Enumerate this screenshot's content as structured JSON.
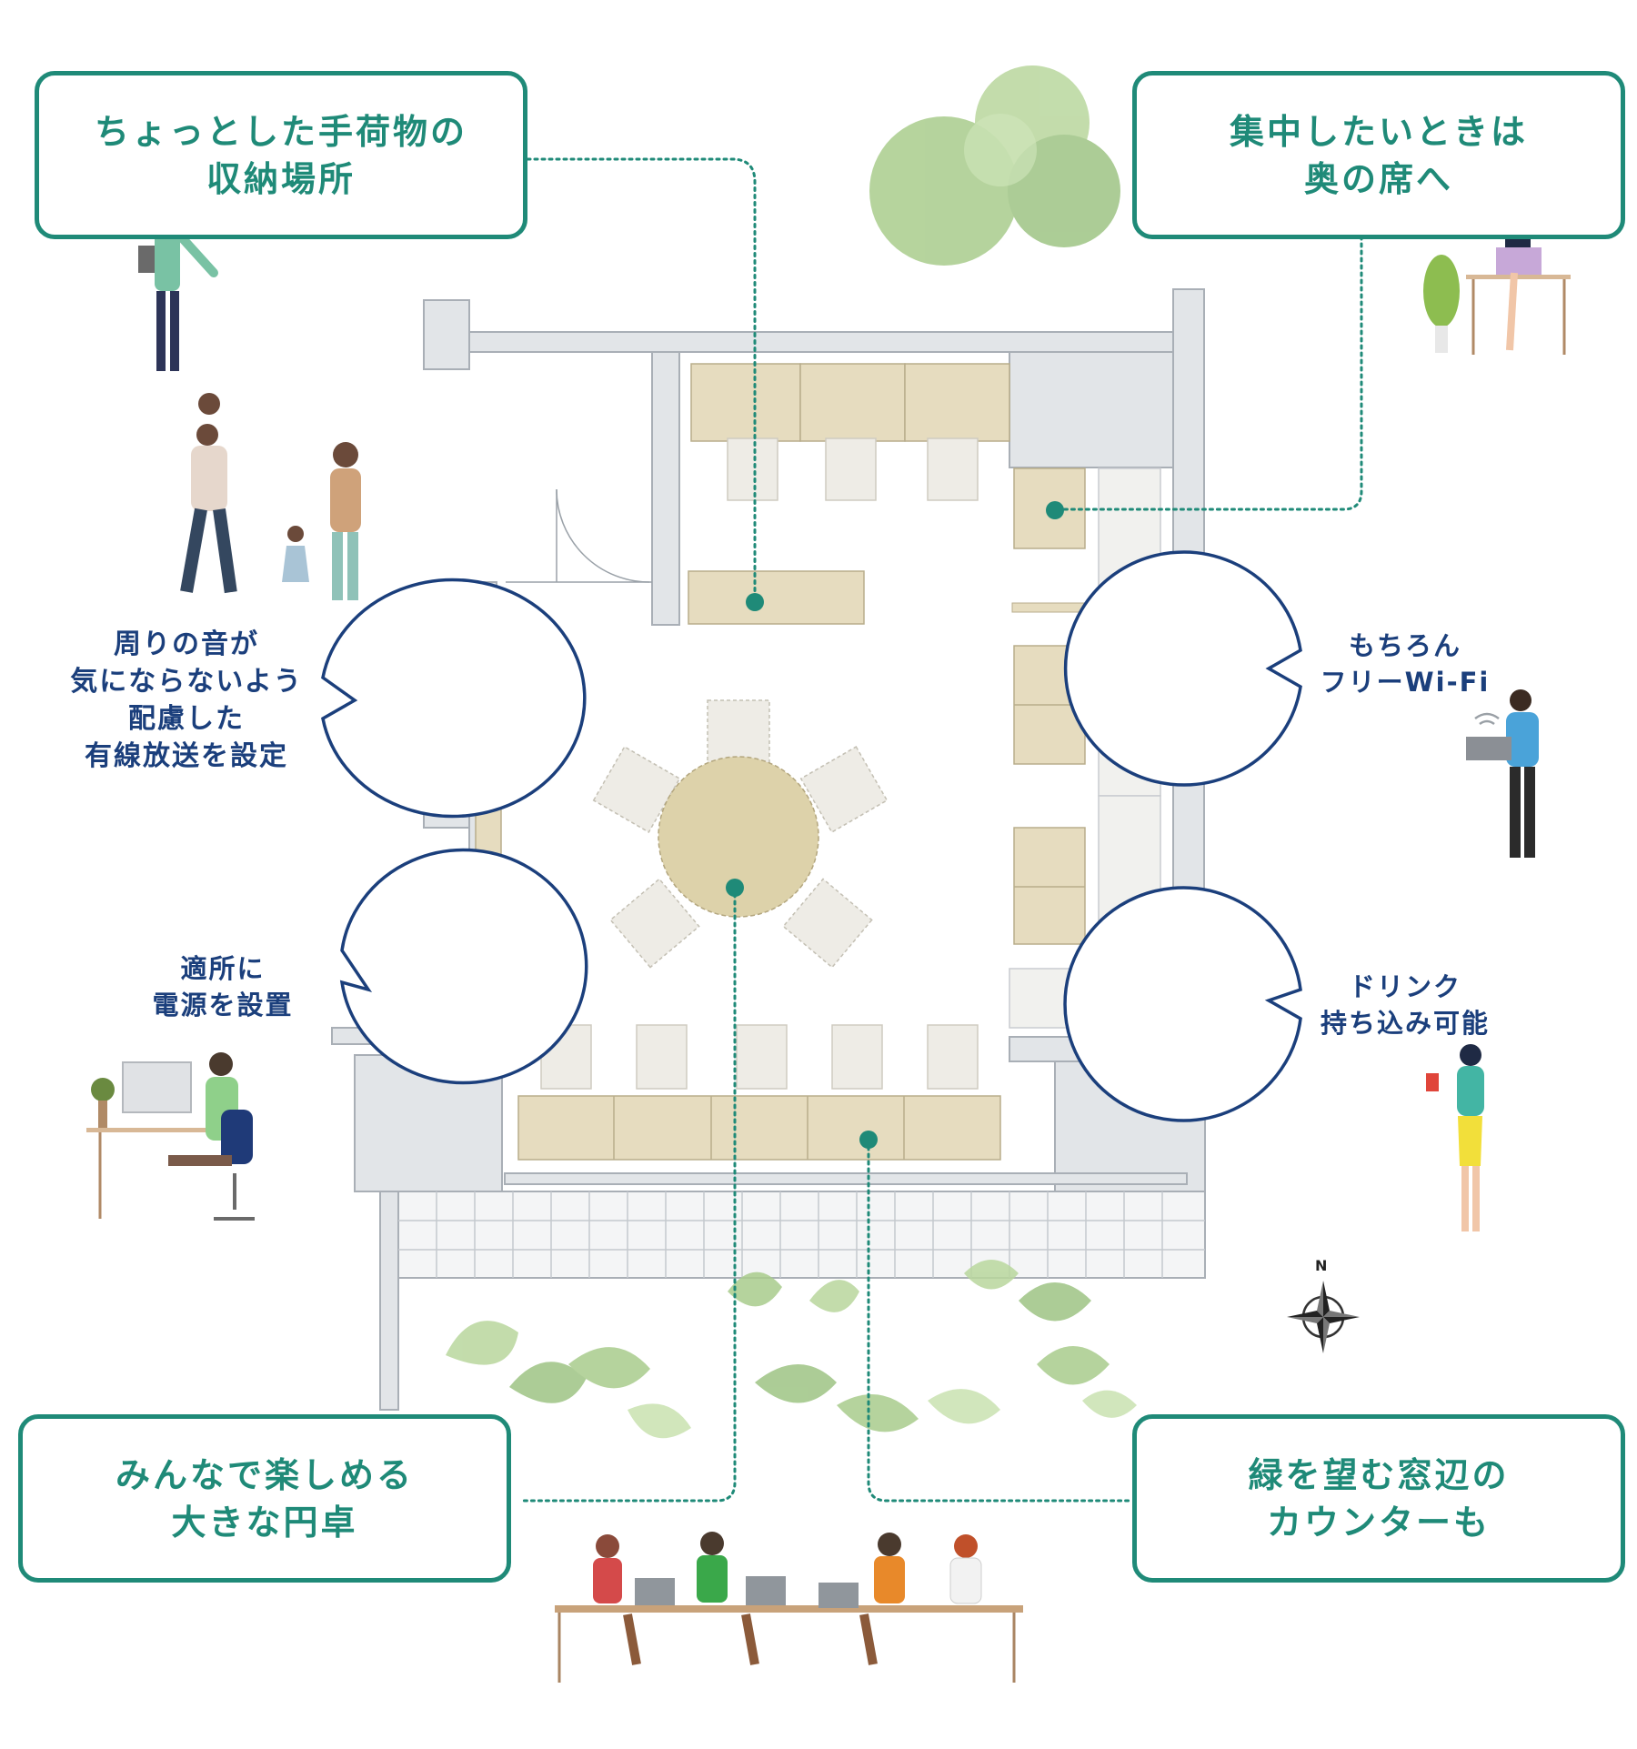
{
  "colors": {
    "teal": "#1f8a78",
    "navy": "#1b3f7c",
    "wall": "#e2e5e8",
    "wall_stroke": "#a9afb6",
    "furniture": "#e6dcbf",
    "chair": "#eeece6",
    "round_table": "#ddd2aa"
  },
  "callouts": {
    "storage": [
      "ちょっとした手荷物の",
      "収納場所"
    ],
    "focus": [
      "集中したいときは",
      "奥の席へ"
    ],
    "round_table": [
      "みんなで楽しめる",
      "大きな円卓"
    ],
    "window_counter": [
      "緑を望む窓辺の",
      "カウンターも"
    ]
  },
  "bubbles": {
    "music": [
      "周りの音が",
      "気にならないよう",
      "配慮した",
      "有線放送を設定"
    ],
    "power": [
      "適所に",
      "電源を設置"
    ],
    "wifi": [
      "もちろん",
      "フリーWi-Fi"
    ],
    "drink": [
      "ドリンク",
      "持ち込み可能"
    ]
  },
  "compass": {
    "label": "N"
  }
}
